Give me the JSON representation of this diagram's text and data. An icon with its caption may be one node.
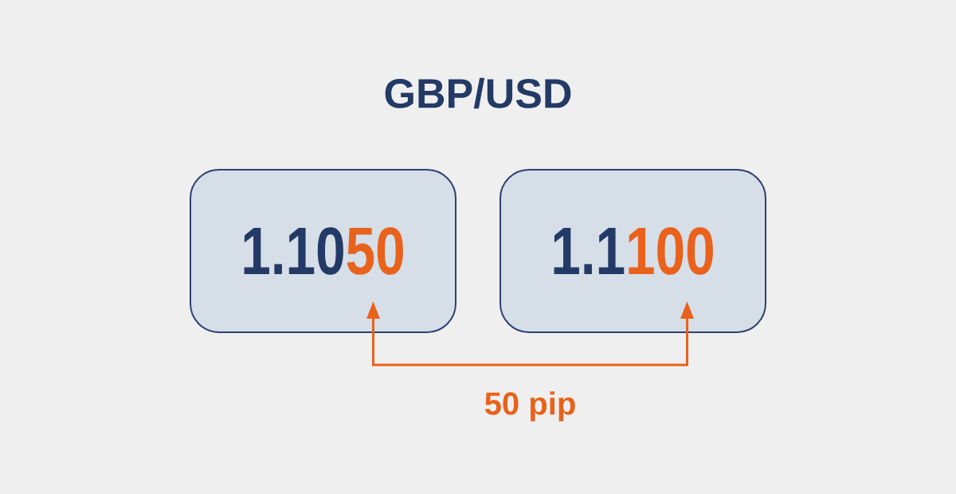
{
  "diagram": {
    "title": "GBP/USD",
    "nodes": [
      {
        "text": [
          "1.10",
          "50"
        ]
      },
      {
        "text": [
          "1.1",
          "100"
        ]
      }
    ],
    "edges": [
      {
        "from": 0,
        "to": 1,
        "arrow": "both",
        "label": "50 pip"
      }
    ]
  }
}
